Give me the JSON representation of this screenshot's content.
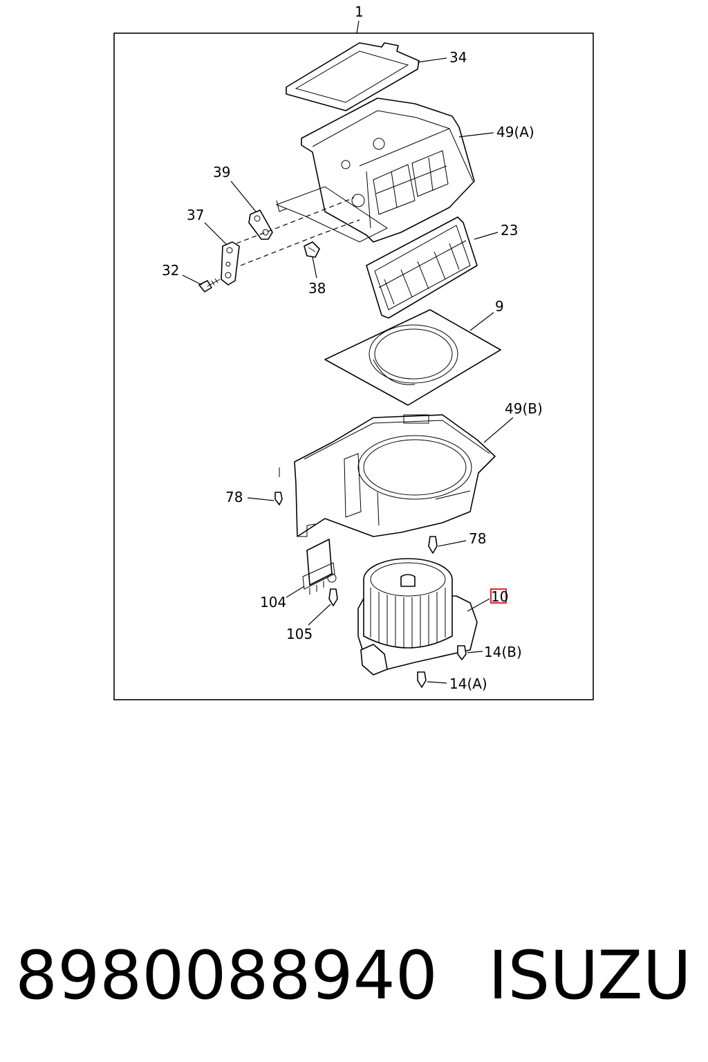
{
  "diagram": {
    "callouts": {
      "c1": "1",
      "c34": "34",
      "c49a": "49(A)",
      "c39": "39",
      "c37": "37",
      "c32": "32",
      "c38": "38",
      "c23": "23",
      "c9": "9",
      "c49b": "49(B)",
      "c78a": "78",
      "c78b": "78",
      "c10": "10",
      "c104": "104",
      "c105": "105",
      "c14b": "14(B)",
      "c14a": "14(A)"
    },
    "highlight_color": "#e0252b"
  },
  "footer": {
    "part_number": "8980088940",
    "brand": "ISUZU"
  }
}
